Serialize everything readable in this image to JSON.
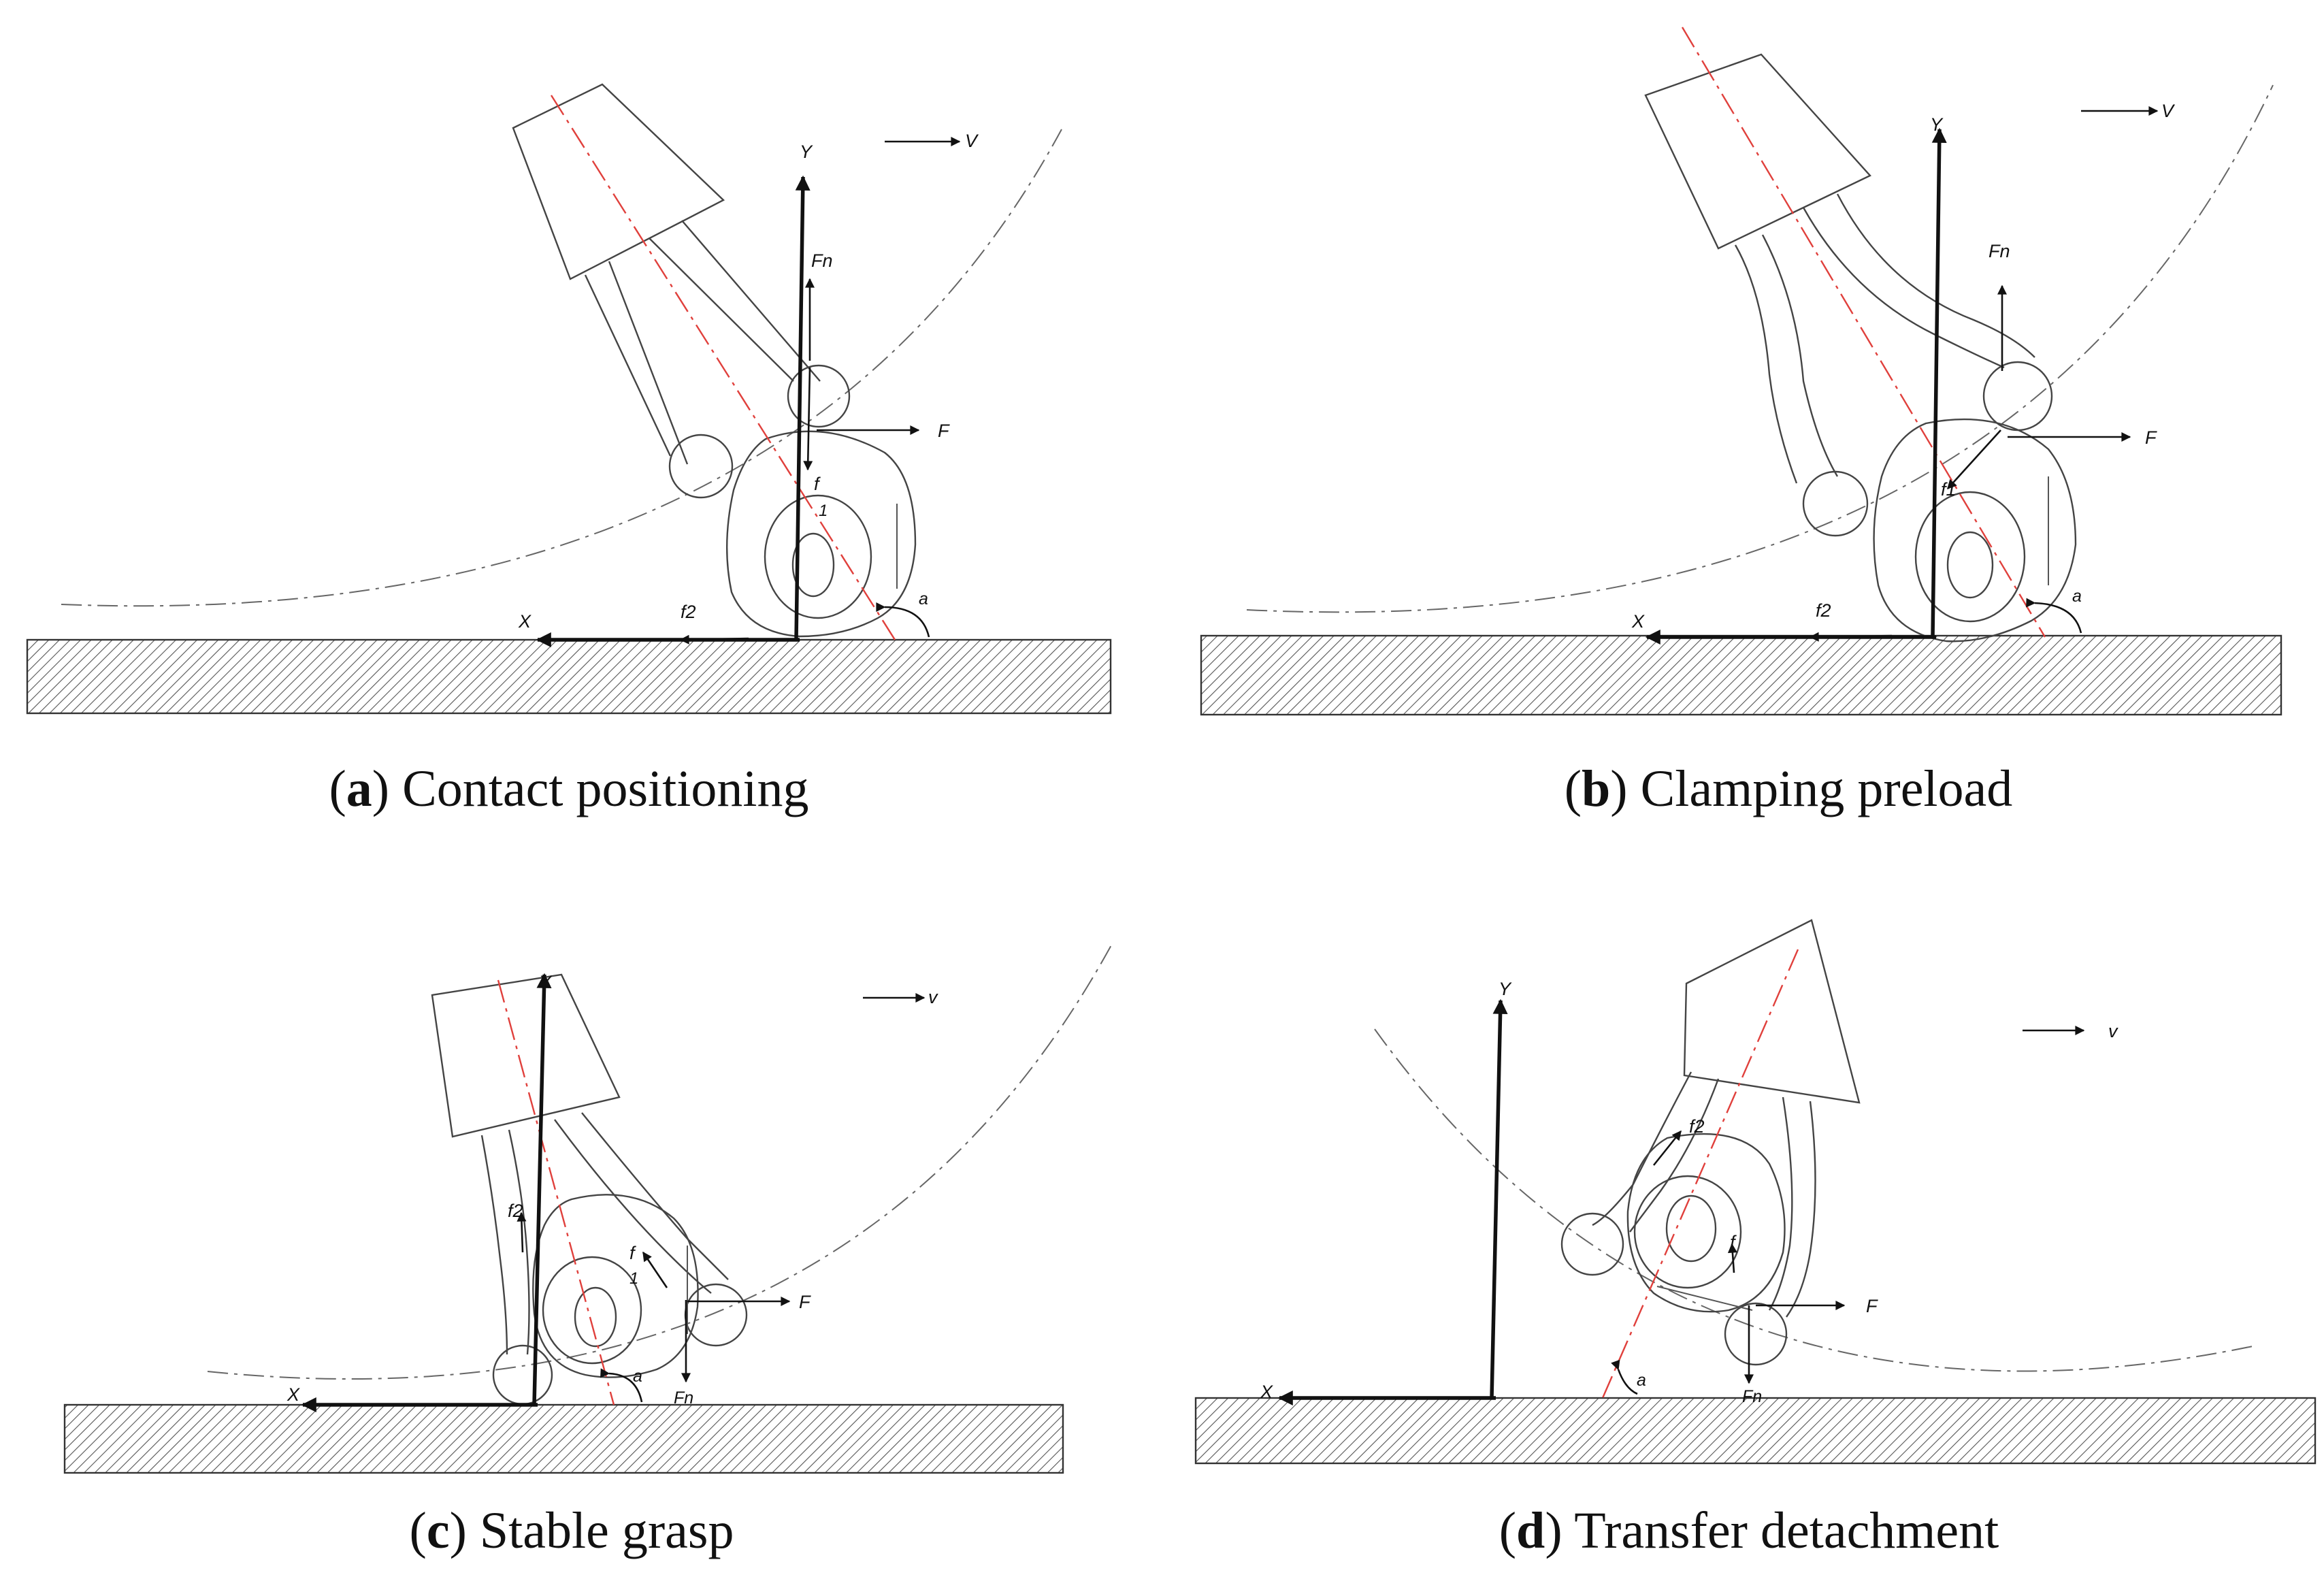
{
  "panels": [
    {
      "id": "a",
      "letter": "a",
      "caption": "Contact positioning",
      "label_Y": "Y",
      "label_X": "X",
      "label_V": "V",
      "label_Fn": "Fn",
      "label_F": "F",
      "label_f1": "f",
      "label_f1_sub": "1",
      "label_f2": "f2",
      "label_alpha": "a"
    },
    {
      "id": "b",
      "letter": "b",
      "caption": "Clamping preload",
      "label_Y": "Y",
      "label_X": "X",
      "label_V": "V",
      "label_Fn": "Fn",
      "label_F": "F",
      "label_f1": "f1",
      "label_f2": "f2",
      "label_alpha": "a"
    },
    {
      "id": "c",
      "letter": "c",
      "caption": "Stable grasp",
      "label_Y": "Y",
      "label_X": "X",
      "label_V": "v",
      "label_Fn": "Fn",
      "label_F": "F",
      "label_f1": "f",
      "label_f1_sub": "1",
      "label_f2": "f2",
      "label_alpha": "a"
    },
    {
      "id": "d",
      "letter": "d",
      "caption": "Transfer detachment",
      "label_Y": "Y",
      "label_X": "X",
      "label_V": "v",
      "label_Fn": "Fn",
      "label_F": "F",
      "label_f1": "f",
      "label_f2": "f2",
      "label_alpha": "a"
    }
  ],
  "colors": {
    "centerline": "#e0403c",
    "lines": "#444444",
    "axes": "#111111"
  }
}
